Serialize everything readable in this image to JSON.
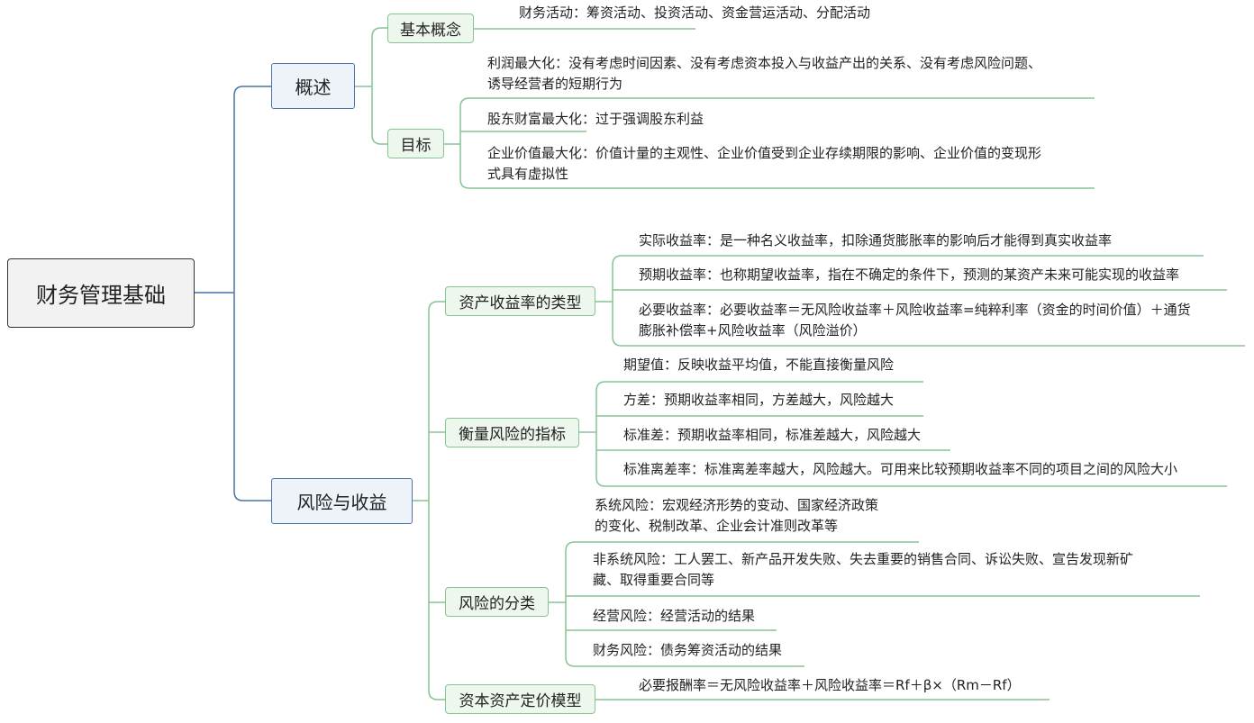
{
  "root": "财务管理基础",
  "overview": {
    "label": "概述",
    "basic": {
      "label": "基本概念",
      "items": [
        "财务活动：筹资活动、投资活动、资金营运活动、分配活动"
      ]
    },
    "goals": {
      "label": "目标",
      "items": [
        [
          "利润最大化：没有考虑时间因素、没有考虑资本投入与收益产出的关系、没有考虑风险问题、",
          "诱导经营者的短期行为"
        ],
        [
          "股东财富最大化：过于强调股东利益"
        ],
        [
          "企业价值最大化：价值计量的主观性、企业价值受到企业存续期限的影响、企业价值的变现形",
          "式具有虚拟性"
        ]
      ]
    }
  },
  "risk": {
    "label": "风险与收益",
    "returns": {
      "label": "资产收益率的类型",
      "items": [
        [
          "实际收益率：是一种名义收益率，扣除通货膨胀率的影响后才能得到真实收益率"
        ],
        [
          "预期收益率：也称期望收益率，指在不确定的条件下，预测的某资产未来可能实现的收益率"
        ],
        [
          "必要收益率：必要收益率＝无风险收益率＋风险收益率=纯粹利率（资金的时间价值）＋通货",
          "膨胀补偿率+风险收益率（风险溢价）"
        ]
      ]
    },
    "measures": {
      "label": "衡量风险的指标",
      "items": [
        [
          "期望值：反映收益平均值，不能直接衡量风险"
        ],
        [
          "方差：预期收益率相同，方差越大，风险越大"
        ],
        [
          "标准差：预期收益率相同，标准差越大，风险越大"
        ],
        [
          "标准离差率：标准离差率越大，风险越大。可用来比较预期收益率不同的项目之间的风险大小"
        ]
      ]
    },
    "types": {
      "label": "风险的分类",
      "items": [
        [
          "系统风险：宏观经济形势的变动、国家经济政策",
          "的变化、税制改革、企业会计准则改革等"
        ],
        [
          "非系统风险：工人罢工、新产品开发失败、失去重要的销售合同、诉讼失败、宣告发现新矿",
          "藏、取得重要合同等"
        ],
        [
          "经营风险：经营活动的结果"
        ],
        [
          "财务风险：债务筹资活动的结果"
        ]
      ]
    },
    "capm": {
      "label": "资本资产定价模型",
      "items": [
        [
          "必要报酬率＝无风险收益率＋风险收益率＝Rf＋β×（Rm－Rf）"
        ]
      ]
    }
  },
  "colors": {
    "l1_border": "#4a74a8",
    "l2_border": "#86c494",
    "line_blue": "#4a74a8",
    "line_green": "#86c494"
  }
}
